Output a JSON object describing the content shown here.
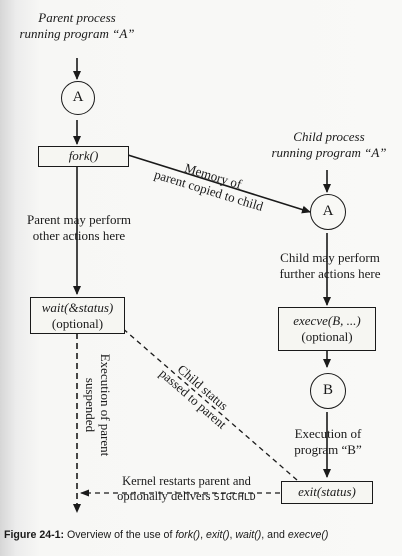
{
  "parent_label": {
    "line1": "Parent process",
    "line2": "running program “A”"
  },
  "child_label": {
    "line1": "Child process",
    "line2": "running program “A”"
  },
  "nodes": {
    "parent_a": "A",
    "child_a": "A",
    "child_b": "B",
    "fork": "fork()",
    "wait_line1": "wait(&status)",
    "wait_line2": "(optional)",
    "execve_line1": "execve(B, ...)",
    "execve_line2": "(optional)",
    "exit": "exit(status)"
  },
  "annotations": {
    "memory_line1": "Memory of",
    "memory_line2": "parent copied to child",
    "parent_may_line1": "Parent may perform",
    "parent_may_line2": "other actions here",
    "child_may_line1": "Child may perform",
    "child_may_line2": "further actions here",
    "exec_b_line1": "Execution of",
    "exec_b_line2": "program “B”",
    "suspended_line1": "Execution of parent",
    "suspended_line2": "suspended",
    "child_status_line1": "Child status",
    "child_status_line2": "passed to parent",
    "kernel_line1": "Kernel restarts parent and",
    "kernel_line2": "optionally delivers",
    "kernel_signal": "SIGCHLD"
  },
  "caption": {
    "figure": "Figure 24-1:",
    "text_before": " Overview of the use of ",
    "fork": "fork()",
    "sep1": ", ",
    "exit": "exit()",
    "sep2": ", ",
    "wait": "wait()",
    "sep3": ", and ",
    "execve": "execve()"
  }
}
